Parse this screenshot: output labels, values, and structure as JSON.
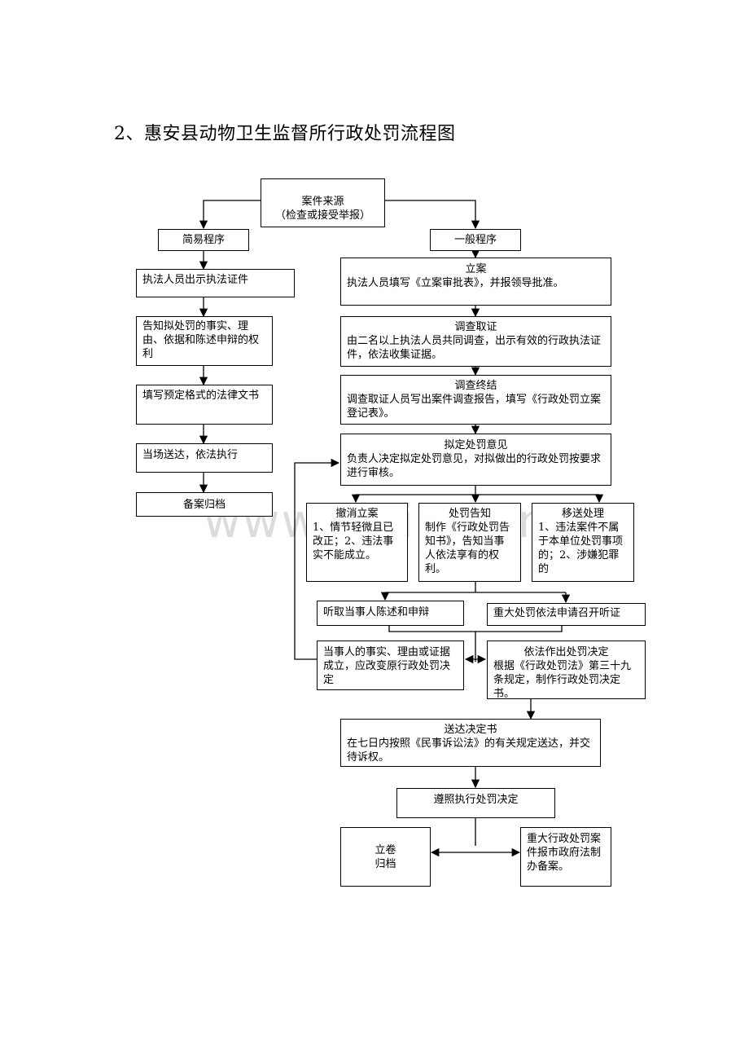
{
  "title": "2、惠安县动物卫生监督所行政处罚流程图",
  "watermark": "www.zixin.com.cn",
  "nodes": {
    "source": {
      "line1": "案件来源",
      "line2": "（检查或接受举报）"
    },
    "simple": "简易程序",
    "general": "一般程序",
    "show_cert": "执法人员出示执法证件",
    "inform": "告知拟处罚的事实、理由、依据和陈述申辩的权利",
    "fill_doc": "填写预定格式的法律文书",
    "deliver_exec": "当场送达，依法执行",
    "archive_simple": "备案归档",
    "register": {
      "head": "立案",
      "body": "执法人员填写《立案审批表》，并报领导批准。"
    },
    "investigate": {
      "head": "调查取证",
      "body": "由二名以上执法人员共同调查，出示有效的行政执法证件，依法收集证据。"
    },
    "investigate_end": {
      "head": "调查终结",
      "body": "调查取证人员写出案件调查报告，填写《行政处罚立案登记表》。"
    },
    "proposal": {
      "head": "拟定处罚意见",
      "body": "负责人决定拟定处罚意见，对拟做出的行政处罚按要求进行审核。"
    },
    "revoke": {
      "head": "撤消立案",
      "body": "1、情节轻微且已改正；2、违法事实不能成立。"
    },
    "notice": {
      "head": "处罚告知",
      "body": "制作《行政处罚告知书》，告知当事人依法享有的权利。"
    },
    "transfer": {
      "head": "移送处理",
      "body": "1、违法案件不属于本单位处罚事项的；2、涉嫌犯罪的"
    },
    "hear_statement": "听取当事人陈述和申辩",
    "hearing": "重大处罚依法申请召开听证",
    "change": "当事人的事实、理由或证据成立，应改变原行政处罚决定",
    "decision": {
      "head": "依法作出处罚决定",
      "body": "根据《行政处罚法》第三十九条规定，制作行政处罚决定书。"
    },
    "serve": {
      "head": "送达决定书",
      "body": "在七日内按照《民事诉讼法》的有关规定送达，并交待诉权。"
    },
    "comply": "遵照执行处罚决定",
    "archive": {
      "line1": "立卷",
      "line2": "归档"
    },
    "report": "重大行政处罚案件报市政府法制办备案。"
  }
}
